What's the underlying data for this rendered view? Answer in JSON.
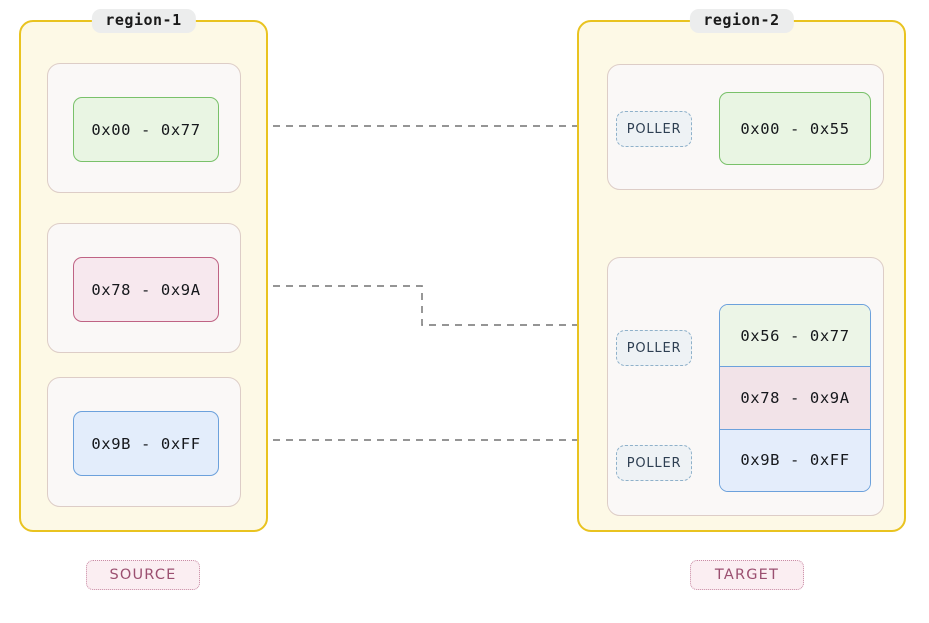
{
  "regions": [
    {
      "id": "region-1",
      "label": "region-1",
      "groups": [
        {
          "block": {
            "label": "0x00 - 0x77",
            "color": "green"
          }
        },
        {
          "block": {
            "label": "0x78 - 0x9A",
            "color": "pink"
          }
        },
        {
          "block": {
            "label": "0x9B - 0xFF",
            "color": "blue"
          }
        }
      ]
    },
    {
      "id": "region-2",
      "label": "region-2",
      "groups": [
        {
          "poller": "POLLER",
          "block": {
            "label": "0x00 - 0x55",
            "color": "green"
          }
        },
        {
          "pollers": [
            "POLLER",
            "POLLER"
          ],
          "stack": [
            {
              "label": "0x56 - 0x77",
              "color": "green"
            },
            {
              "label": "0x78 - 0x9A",
              "color": "pink"
            },
            {
              "label": "0x9B - 0xFF",
              "color": "blue"
            }
          ]
        }
      ]
    }
  ],
  "legend": {
    "source": "SOURCE",
    "target": "TARGET"
  },
  "colors": {
    "region_border": "#e9c320",
    "region_fill": "#fdf9e6",
    "group_border": "#ddcdc7",
    "group_fill": "#faf8f7",
    "green_border": "#79c16a",
    "green_fill": "#e9f5e3",
    "pink_border": "#bf6384",
    "pink_fill": "#f7e8ee",
    "blue_border": "#6ca1dc",
    "blue_fill": "#e3edfb",
    "poller_border": "#8fb1ca",
    "poller_fill": "#eef2f5",
    "dashed_edge": "#868686",
    "solid_edge": "#555a5e",
    "legend_text": "#9b4f70"
  }
}
